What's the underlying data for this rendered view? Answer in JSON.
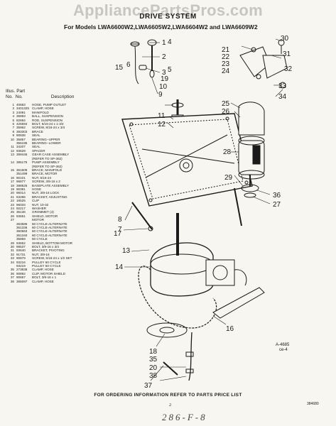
{
  "watermark": "AppliancePartsPros.com",
  "title": "DRIVE SYSTEM",
  "models_line": "For Models LWA6600W2,LWA6605W2,LWA6604W2 and LWA6609W2",
  "table_header": {
    "illus": "Illus.",
    "part": "Part",
    "no": "No.",
    "no2": "No.",
    "description": "Description"
  },
  "parts": [
    [
      "1",
      "40683",
      "HOSE, PUMP OUTLET"
    ],
    [
      "2",
      "3401325",
      "CLAMP, HOSE"
    ],
    [
      "3",
      "24091",
      "MANIFOLD"
    ],
    [
      "4",
      "35893",
      "BALL, SUSPENSION"
    ],
    [
      "5",
      "82684",
      "ROD, SUSPENSION"
    ],
    [
      "6",
      "425594",
      "BOLT, 5/16-24 x 1-3/4"
    ],
    [
      "7",
      "35962",
      "SCREW, 8/16-24 x 3/4"
    ],
    [
      "8",
      "383303",
      "BRACE"
    ],
    [
      "9",
      "90838",
      "SEAL"
    ],
    [
      "10",
      "35857",
      "BEARING--UPPER"
    ],
    [
      "",
      "356195",
      "BEARING--LOWER"
    ],
    [
      "11",
      "34207",
      "SEAL"
    ],
    [
      "12",
      "93629",
      "SPACER"
    ],
    [
      "13",
      "389445",
      "GEAR CASE ASSEMBLY"
    ],
    [
      "",
      "",
      "(REFER TO SP-362)"
    ],
    [
      "14",
      "385175",
      "PUMP ASSEMBLY"
    ],
    [
      "",
      "",
      "(REFER TO SP-362)"
    ],
    [
      "15",
      "351509",
      "BRACE, MANIFOLD"
    ],
    [
      "",
      "351499",
      "BRACE, MOTOR"
    ],
    [
      "16",
      "90101",
      "NUT, 5/16-24"
    ],
    [
      "17",
      "96877",
      "SCREW, 3/8-16 x 2"
    ],
    [
      "18",
      "388525",
      "BASEPLATE ASSEMBLY"
    ],
    [
      "19",
      "90391",
      "HOSE"
    ],
    [
      "20",
      "96014",
      "NUT, 3/8-16 LOCK"
    ],
    [
      "21",
      "63286",
      "BRACKET, ADJUSTING"
    ],
    [
      "22",
      "16525",
      "CLIP"
    ],
    [
      "23",
      "96033",
      "NUT, 10-32"
    ],
    [
      "24",
      "92217",
      "WASHER"
    ],
    [
      "25",
      "35136",
      "GROMMET (4)"
    ],
    [
      "26",
      "93651",
      "SHIELD, MOTOR"
    ],
    [
      "27",
      "",
      "MOTOR"
    ],
    [
      "",
      "363586",
      "60 CYCLE-ALTERNATE"
    ],
    [
      "",
      "361336",
      "60 CYCLE-ALTERNATE"
    ],
    [
      "",
      "360663",
      "60 CYCLE-ALTERNATE"
    ],
    [
      "",
      "361340",
      "60 CYCLE-ALTERNATE"
    ],
    [
      "",
      "35859",
      "50 CYCLE"
    ],
    [
      "28",
      "93652",
      "SHIELD, BOTTOM MOTOR"
    ],
    [
      "30",
      "98537",
      "BOLT, 3/8-16 x 3/4"
    ],
    [
      "31",
      "93640",
      "BRACKET, PIVOTING"
    ],
    [
      "32",
      "91731",
      "NUT, 3/8-16"
    ],
    [
      "33",
      "90879",
      "SCREW, 5/16-24 x 1/2 SET"
    ],
    [
      "34",
      "93216",
      "PULLEY 60 CYCLE"
    ],
    [
      "",
      "93219",
      "PULLEY 50 CYCLE"
    ],
    [
      "35",
      "273838",
      "CLAMP, HOSE"
    ],
    [
      "36",
      "90892",
      "CLIP, MOTOR SHIELD"
    ],
    [
      "37",
      "90667",
      "BOLT, 3/8-16 x 1"
    ],
    [
      "38",
      "365097",
      "CLAMP, HOSE"
    ]
  ],
  "callouts": [
    "1",
    "2",
    "3",
    "4",
    "5",
    "6",
    "7",
    "8",
    "9",
    "10",
    "11",
    "12",
    "13",
    "14",
    "15",
    "16",
    "17",
    "18",
    "19",
    "20",
    "21",
    "22",
    "23",
    "24",
    "25",
    "26",
    "27",
    "28",
    "29",
    "30",
    "31",
    "32",
    "33",
    "34",
    "35",
    "36",
    "37",
    "38"
  ],
  "figure_code": "A-4685",
  "figure_code_sub": "ce-4",
  "footer": "FOR ORDERING INFORMATION REFER TO PARTS PRICE LIST",
  "page_number": "2",
  "bottom_code": "384680",
  "handwritten": "286-F-8"
}
